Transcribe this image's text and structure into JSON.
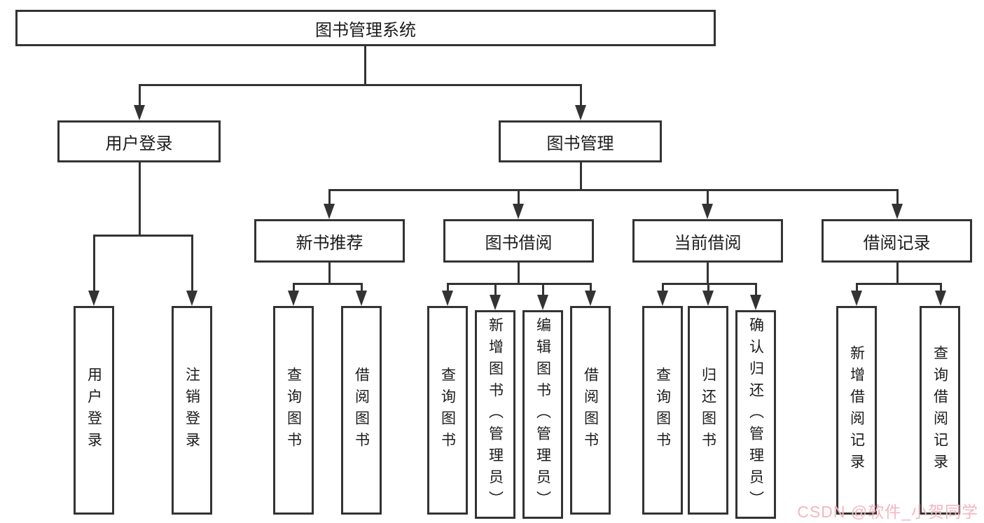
{
  "diagram": {
    "root": {
      "label": "图书管理系统"
    },
    "branches": [
      {
        "label": "用户登录",
        "children": [
          {
            "label": "用户登录"
          },
          {
            "label": "注销登录"
          }
        ]
      },
      {
        "label": "图书管理",
        "children": [
          {
            "label": "新书推荐",
            "children": [
              {
                "label": "查询图书"
              },
              {
                "label": "借阅图书"
              }
            ]
          },
          {
            "label": "图书借阅",
            "children": [
              {
                "label": "查询图书"
              },
              {
                "label": "新增图书（管理员）"
              },
              {
                "label": "编辑图书（管理员）"
              },
              {
                "label": "借阅图书"
              }
            ]
          },
          {
            "label": "当前借阅",
            "children": [
              {
                "label": "查询图书"
              },
              {
                "label": "归还图书"
              },
              {
                "label": "确认归还（管理员）"
              }
            ]
          },
          {
            "label": "借阅记录",
            "children": [
              {
                "label": "新增借阅记录"
              },
              {
                "label": "查询借阅记录"
              }
            ]
          }
        ]
      }
    ]
  },
  "watermark": {
    "text": "CSDN @软件_小贺同学",
    "color": "#F3B6C0"
  },
  "colors": {
    "line": "#333333",
    "box_border": "#333333",
    "box_background": "#FFFFFF",
    "text": "#1B1B1B",
    "page_background": "#FFFFFF"
  }
}
